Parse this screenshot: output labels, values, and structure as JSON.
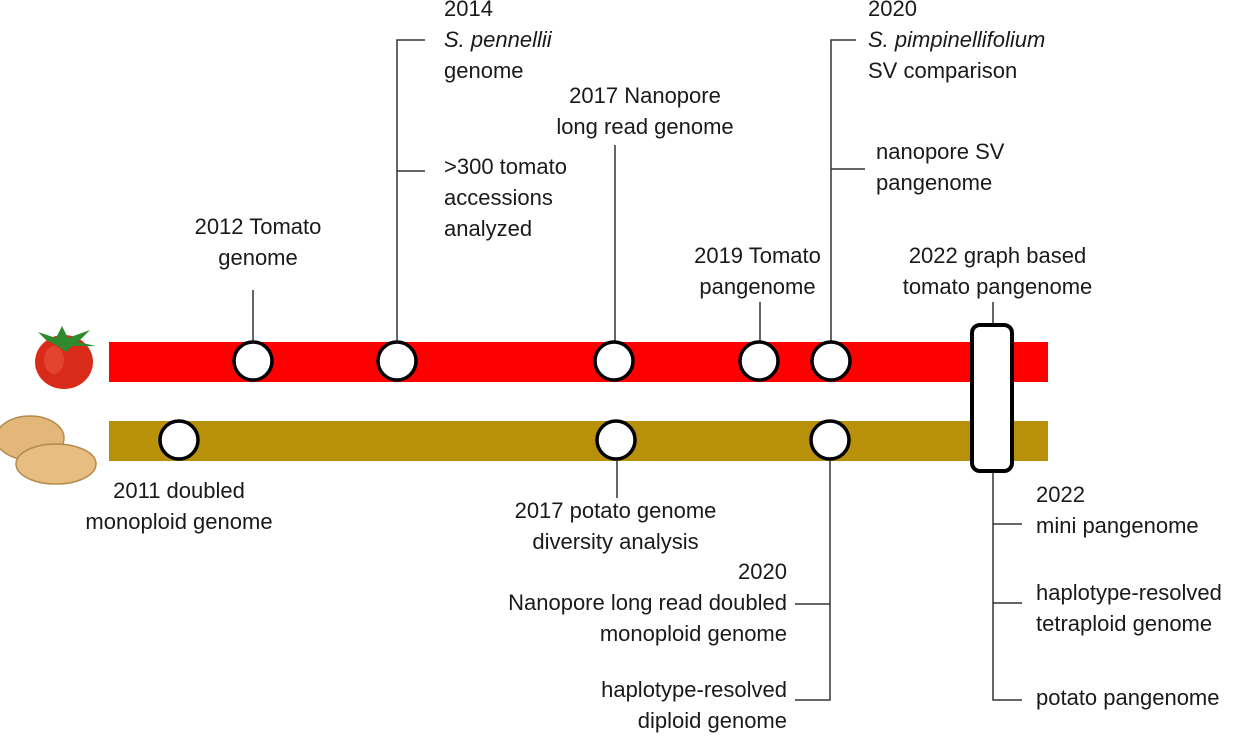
{
  "colors": {
    "tomato_track": "#ff0000",
    "potato_track": "#b8900a",
    "milestone_fill": "#ffffff",
    "milestone_stroke": "#000000",
    "connector": "#333333"
  },
  "icons": {
    "tomato": "tomato-icon",
    "potato": "potato-icon"
  },
  "tomato_events": {
    "e2012": {
      "line1": "2012 Tomato",
      "line2": "genome"
    },
    "e2014": {
      "year": "2014",
      "species": "S. pennellii",
      "line3": "genome"
    },
    "e2014b": {
      "line1": ">300 tomato",
      "line2": "accessions",
      "line3": "analyzed"
    },
    "e2017": {
      "line1": "2017 Nanopore",
      "line2": "long read genome"
    },
    "e2019": {
      "line1": "2019 Tomato",
      "line2": "pangenome"
    },
    "e2020": {
      "year": "2020",
      "species": "S. pimpinellifolium",
      "line3": "SV comparison"
    },
    "e2020b": {
      "line1": "nanopore SV",
      "line2": "pangenome"
    },
    "e2022": {
      "line1": "2022 graph based",
      "line2": "tomato pangenome"
    }
  },
  "potato_events": {
    "e2011": {
      "line1": "2011 doubled",
      "line2": "monoploid genome"
    },
    "e2017": {
      "line1": "2017 potato genome",
      "line2": "diversity analysis"
    },
    "e2020": {
      "line1": "2020",
      "line2": "Nanopore long read doubled",
      "line3": "monoploid  genome"
    },
    "e2020b": {
      "line1": "haplotype-resolved",
      "line2": "diploid genome"
    },
    "e2022": {
      "line1": "2022",
      "line2": "mini pangenome"
    },
    "e2022b": {
      "line1": "haplotype-resolved",
      "line2": "tetraploid genome"
    },
    "e2022c": {
      "line1": "potato pangenome"
    }
  }
}
